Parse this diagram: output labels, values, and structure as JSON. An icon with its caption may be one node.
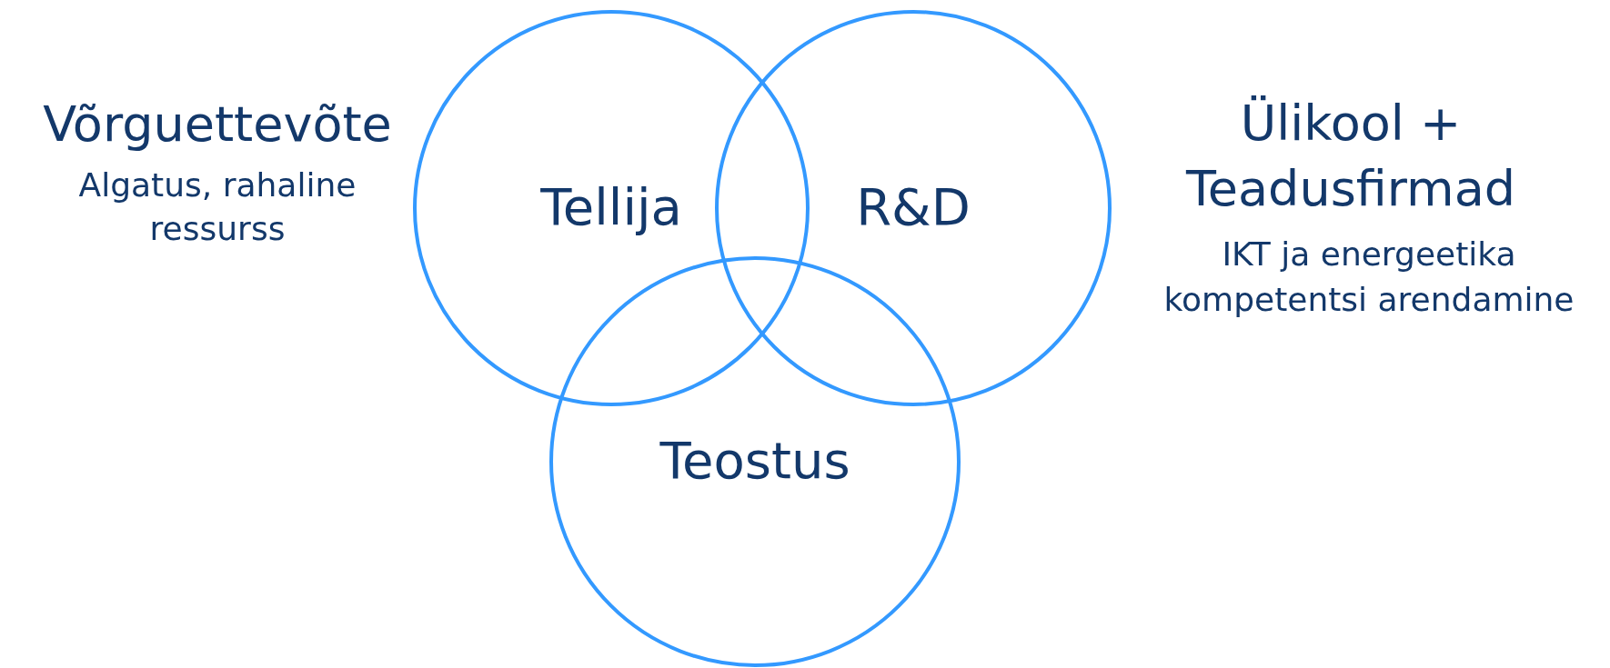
{
  "diagram": {
    "nodes": [
      {
        "text": [
          "Tellija"
        ]
      },
      {
        "text": [
          "R&D"
        ]
      },
      {
        "text": [
          "Teostus"
        ]
      }
    ],
    "edges": [],
    "labels": [
      "Võrguettevõte",
      "Algatus, rahaline ressurss",
      "Ülikool + Teadusfirmad",
      "IKT ja energeetika kompetentsi arendamine"
    ]
  }
}
